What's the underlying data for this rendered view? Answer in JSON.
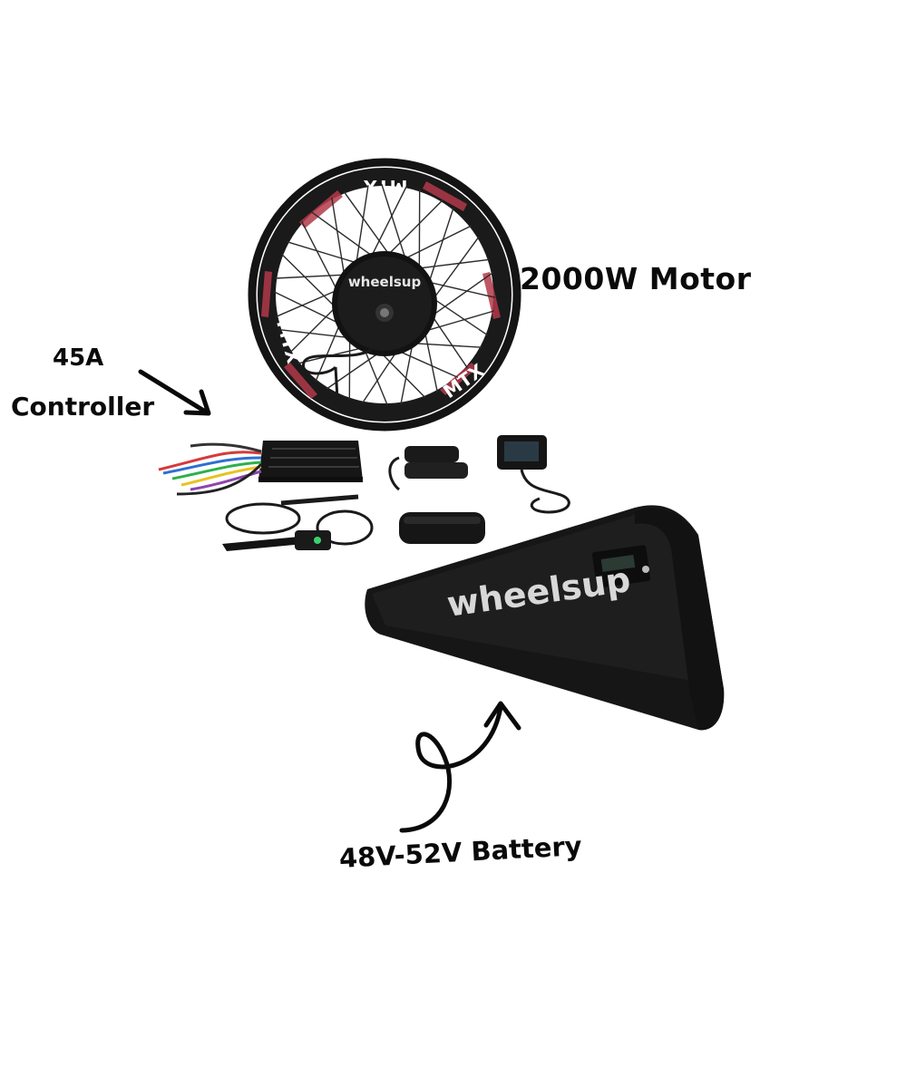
{
  "labels": {
    "motor": "2000W Motor",
    "controller_line1": "45A",
    "controller_line2": "Controller",
    "battery": "48V-52V Battery"
  },
  "brand": {
    "hub_logo": "wheelsup",
    "battery_logo": "wheelsup",
    "rim_text": "MTX"
  },
  "colors": {
    "background": "#ffffff",
    "ink": "#0a0a0a",
    "product_black": "#151515",
    "rim_accent": "#b33a4a",
    "logo_grey": "#d8d8d8"
  },
  "icons": [
    "arrow-to-controller",
    "curly-arrow-to-battery"
  ]
}
